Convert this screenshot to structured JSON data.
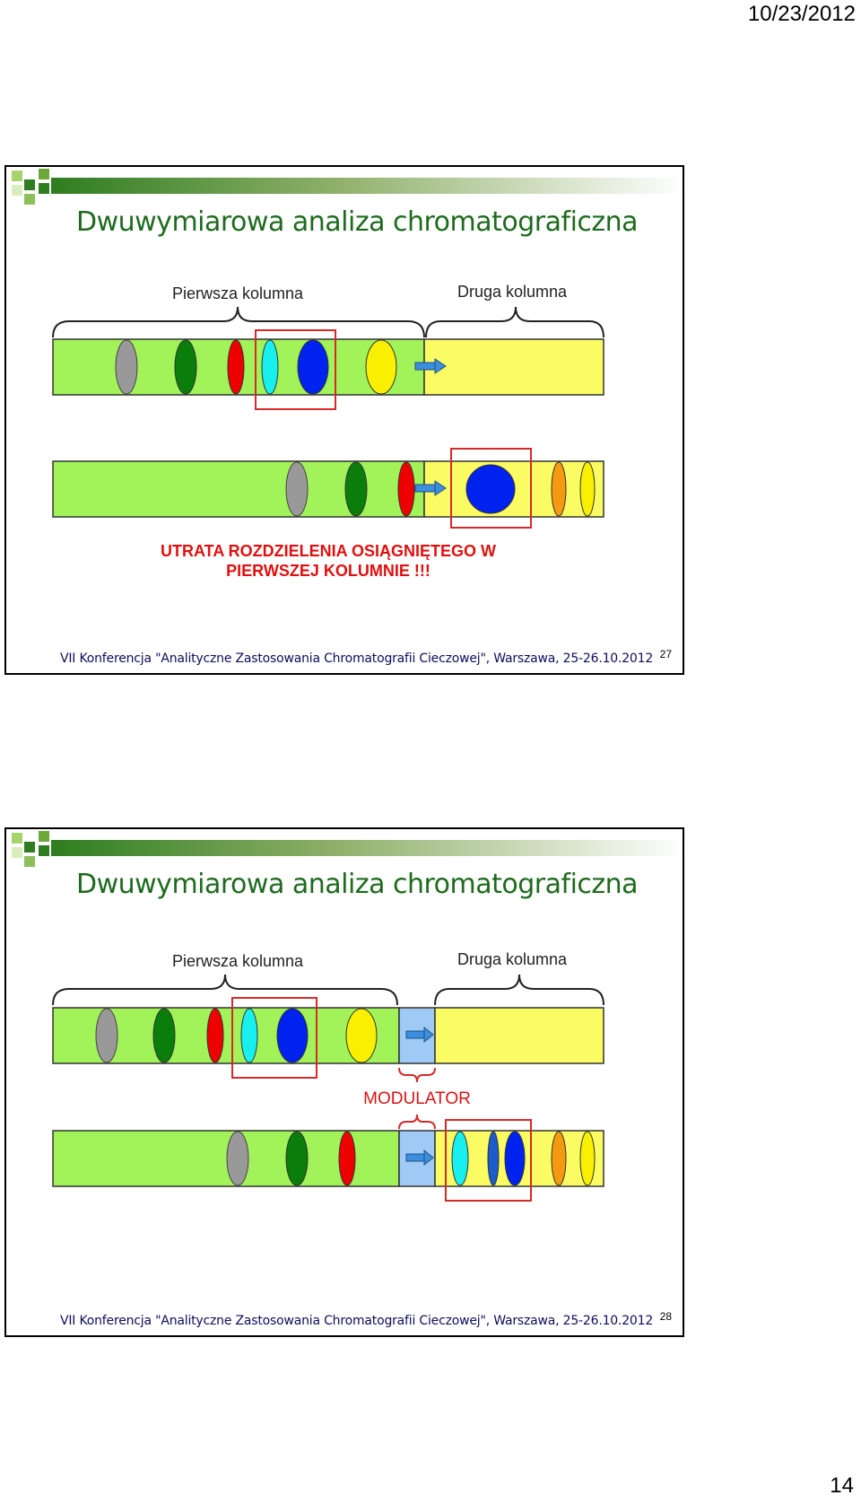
{
  "page": {
    "date": "10/23/2012",
    "number": "14"
  },
  "slides": [
    {
      "title": "Dwuwymiarowa analiza chromatograficzna",
      "first_column_label": "Pierwsza kolumna",
      "second_column_label": "Druga kolumna",
      "warning_line1": "UTRATA ROZDZIELENIA OSIĄGNIĘTEGO W",
      "warning_line2": "PIERWSZEJ KOLUMNIE !!!",
      "footer": "VII Konferencja \"Analityczne Zastosowania Chromatografii Cieczowej\", Warszawa, 25-26.10.2012",
      "number": "27"
    },
    {
      "title": "Dwuwymiarowa analiza chromatograficzna",
      "first_column_label": "Pierwsza kolumna",
      "second_column_label": "Druga kolumna",
      "modulator_label": "MODULATOR",
      "footer": "VII Konferencja \"Analityczne Zastosowania Chromatografii Cieczowej\", Warszawa, 25-26.10.2012",
      "number": "28"
    }
  ],
  "colors": {
    "first_column": "#a2f25a",
    "second_column": "#fbfc64",
    "modulator": "#9fcaf5",
    "highlight_box": "#d62a2a",
    "title": "#1e6b1e"
  }
}
